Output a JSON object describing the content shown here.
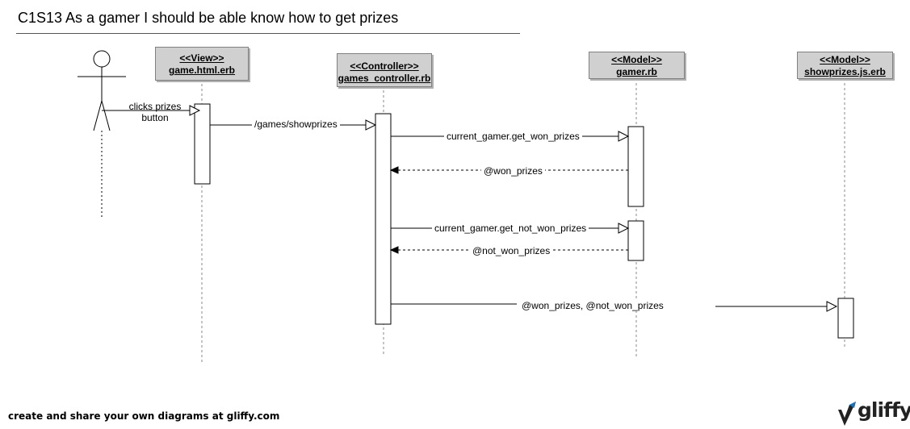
{
  "title": "C1S13 As a gamer I should be able know how to get prizes",
  "lifelines": [
    {
      "stereotype": "<<View>>",
      "name": "game.html.erb"
    },
    {
      "stereotype": "<<Controller>>",
      "name": "games_controller.rb"
    },
    {
      "stereotype": "<<Model>>",
      "name": "gamer.rb"
    },
    {
      "stereotype": "<<Model>>",
      "name": "showprizes.js.erb"
    }
  ],
  "actor_message": "clicks  prizes\nbutton",
  "messages": [
    {
      "label": "/games/showprizes",
      "type": "sync"
    },
    {
      "label": "current_gamer.get_won_prizes",
      "type": "sync"
    },
    {
      "label": "@won_prizes",
      "type": "return"
    },
    {
      "label": "current_gamer.get_not_won_prizes",
      "type": "sync"
    },
    {
      "label": "@not_won_prizes",
      "type": "return"
    },
    {
      "label": "@won_prizes, @not_won_prizes",
      "type": "sync"
    }
  ],
  "footer": "create and share your own diagrams at gliffy.com",
  "logo": "gliffy",
  "colors": {
    "box_fill": "#d0d0d0",
    "logo_blue": "#1a73b8"
  }
}
